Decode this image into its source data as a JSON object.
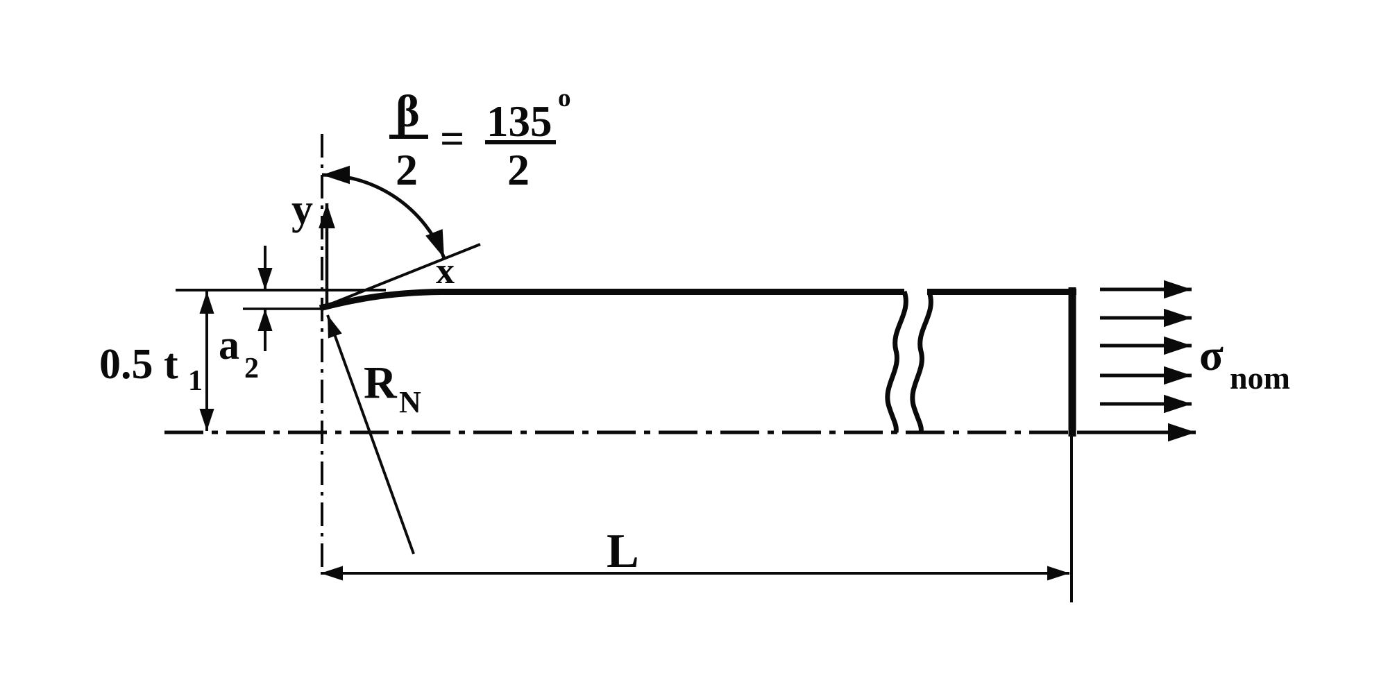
{
  "colors": {
    "ink": "#0a0a0a",
    "paper": "#ffffff"
  },
  "angle_equation": {
    "numerator_left": "β",
    "denominator_left": "2",
    "equals": "=",
    "numerator_right": "135",
    "degree_symbol": "o",
    "denominator_right": "2"
  },
  "axes": {
    "y_label": "y",
    "x_label": "x"
  },
  "dimensions": {
    "half_thickness": {
      "text": "0.5 t",
      "subscript": "1"
    },
    "notch_depth": {
      "text": "a",
      "subscript": "2"
    },
    "notch_radius": {
      "text": "R",
      "subscript": "N"
    },
    "length": {
      "text": "L"
    },
    "nominal_stress": {
      "text": "σ",
      "subscript": "nom"
    }
  }
}
